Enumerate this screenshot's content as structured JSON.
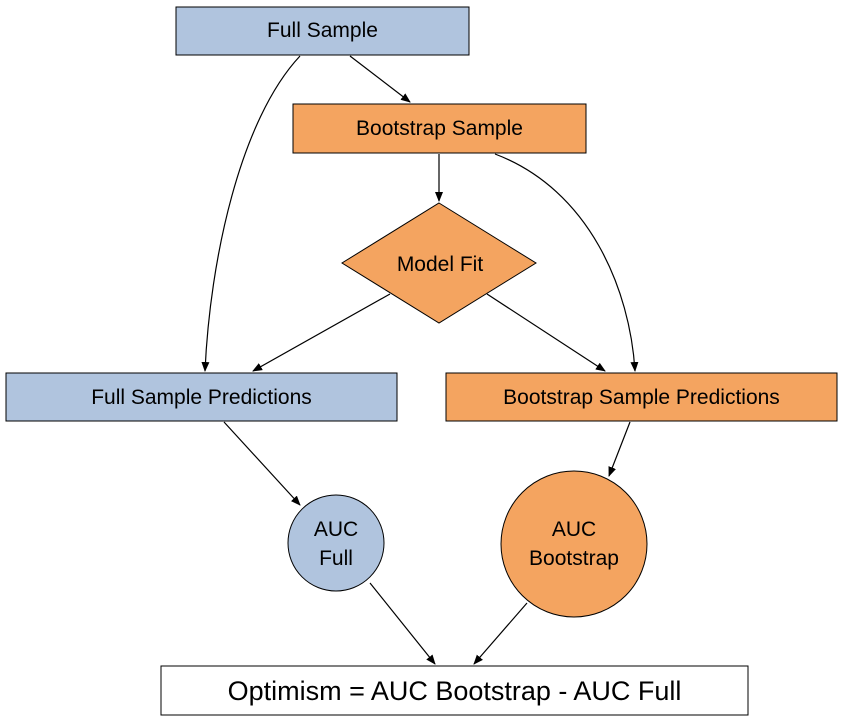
{
  "colors": {
    "blue_fill": "#b0c4de",
    "orange_fill": "#f4a460",
    "white_fill": "#ffffff",
    "stroke": "#000000",
    "text": "#000000"
  },
  "nodes": {
    "full_sample": {
      "label": "Full Sample",
      "shape": "rectangle",
      "fill": "blue"
    },
    "bootstrap_sample": {
      "label": "Bootstrap Sample",
      "shape": "rectangle",
      "fill": "orange"
    },
    "model_fit": {
      "label": "Model Fit",
      "shape": "diamond",
      "fill": "orange"
    },
    "full_sample_predictions": {
      "label": "Full Sample Predictions",
      "shape": "rectangle",
      "fill": "blue"
    },
    "bootstrap_sample_predictions": {
      "label": "Bootstrap Sample Predictions",
      "shape": "rectangle",
      "fill": "orange"
    },
    "auc_full": {
      "label_line1": "AUC",
      "label_line2": "Full",
      "shape": "circle",
      "fill": "blue"
    },
    "auc_bootstrap": {
      "label_line1": "AUC",
      "label_line2": "Bootstrap",
      "shape": "circle",
      "fill": "orange"
    },
    "optimism": {
      "label": "Optimism = AUC Bootstrap - AUC Full",
      "shape": "rectangle",
      "fill": "white"
    }
  },
  "edges": [
    {
      "from": "full_sample",
      "to": "bootstrap_sample"
    },
    {
      "from": "full_sample",
      "to": "full_sample_predictions"
    },
    {
      "from": "bootstrap_sample",
      "to": "model_fit"
    },
    {
      "from": "bootstrap_sample",
      "to": "bootstrap_sample_predictions"
    },
    {
      "from": "model_fit",
      "to": "full_sample_predictions"
    },
    {
      "from": "model_fit",
      "to": "bootstrap_sample_predictions"
    },
    {
      "from": "full_sample_predictions",
      "to": "auc_full"
    },
    {
      "from": "bootstrap_sample_predictions",
      "to": "auc_bootstrap"
    },
    {
      "from": "auc_full",
      "to": "optimism"
    },
    {
      "from": "auc_bootstrap",
      "to": "optimism"
    }
  ]
}
